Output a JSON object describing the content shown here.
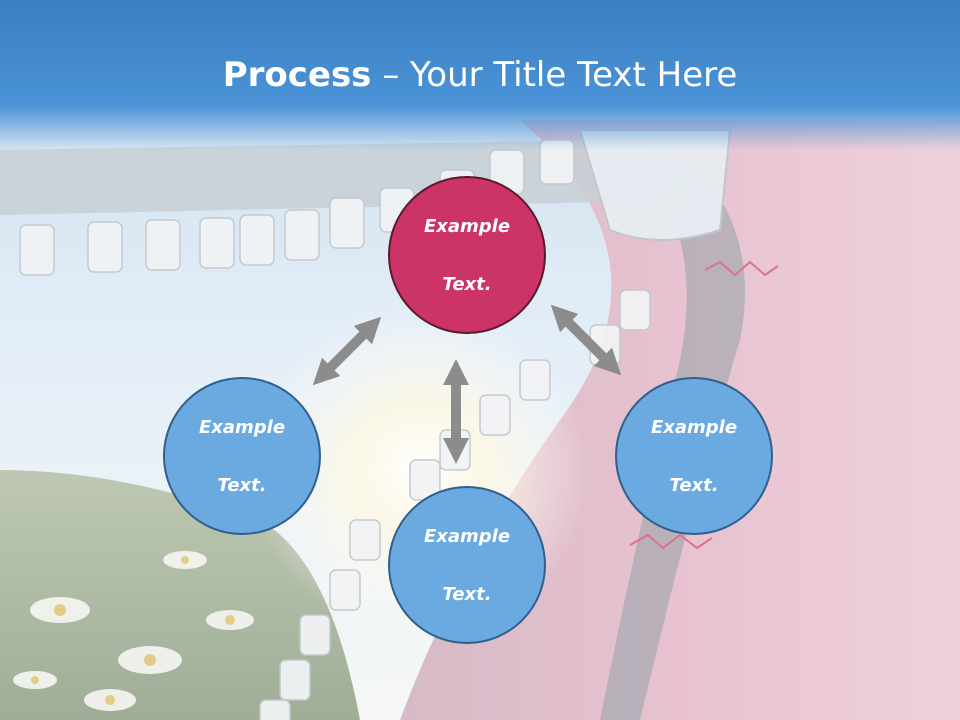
{
  "slide": {
    "title_bold": "Process",
    "title_rest": " – Your Title Text Here"
  },
  "nodes": {
    "top": {
      "line1": "Example",
      "line2": "Text."
    },
    "left": {
      "line1": "Example",
      "line2": "Text."
    },
    "bottom": {
      "line1": "Example",
      "line2": "Text."
    },
    "right": {
      "line1": "Example",
      "line2": "Text."
    }
  },
  "colors": {
    "title_band": "#3a7fc2",
    "node_blue": "#6aaae0",
    "node_red": "#cc3366",
    "arrow": "#8c8c8c"
  }
}
